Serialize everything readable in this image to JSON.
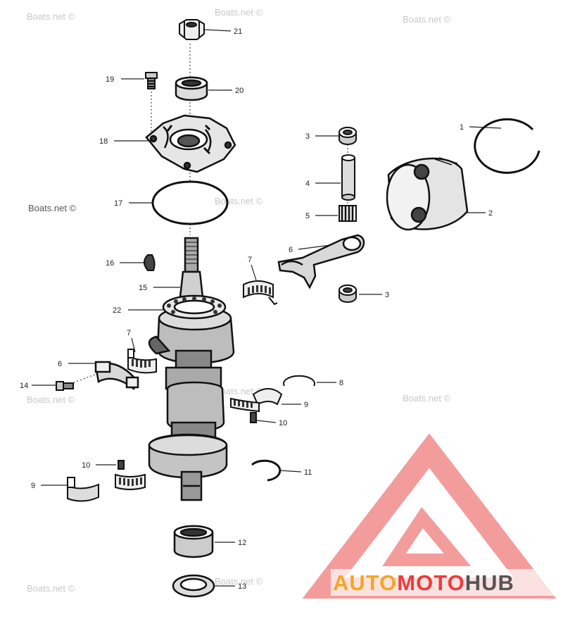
{
  "watermark": "Boats.net ©",
  "brand": {
    "part1": "AUTO",
    "part2": "MOTO",
    "part3": "HUB",
    "color_orange": "#f5a623",
    "color_red": "#ee3b3b",
    "color_gray": "#555555",
    "logo_color": "#f28b8b",
    "logo_icon": "triangle-a-logo-icon"
  },
  "callouts": {
    "c1": "1",
    "c2": "2",
    "c3a": "3",
    "c3b": "3",
    "c4": "4",
    "c5": "5",
    "c6a": "6",
    "c6b": "6",
    "c7a": "7",
    "c7b": "7",
    "c8": "8",
    "c9a": "9",
    "c9b": "9",
    "c10a": "10",
    "c10b": "10",
    "c11": "11",
    "c12": "12",
    "c13": "13",
    "c14": "14",
    "c15": "15",
    "c16": "16",
    "c17": "17",
    "c18": "18",
    "c19": "19",
    "c20": "20",
    "c21": "21",
    "c22": "22"
  },
  "parts": {
    "1": "piston-ring",
    "2": "piston",
    "3": "piston-pin-retainer",
    "4": "piston-pin",
    "5": "needle-bearing",
    "6": "connecting-rod",
    "7": "rod-bearing",
    "8": "retaining-ring",
    "9": "bearing-race",
    "10": "needle-roller-set",
    "11": "snap-ring",
    "12": "roller-bearing",
    "13": "seal",
    "14": "rod-screw",
    "15": "crankshaft",
    "16": "woodruff-key",
    "17": "o-ring",
    "18": "upper-end-cap",
    "19": "end-cap-screw",
    "20": "oil-seal",
    "21": "nut",
    "22": "ball-bearing"
  }
}
